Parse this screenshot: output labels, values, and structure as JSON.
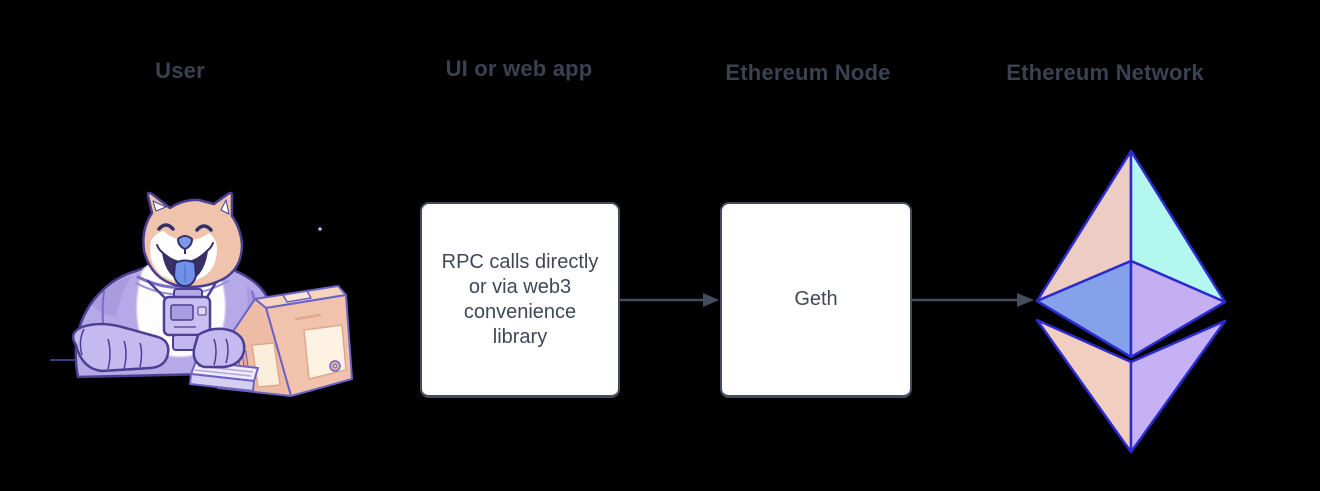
{
  "diagram": {
    "columns": [
      {
        "label": "User"
      },
      {
        "label": "UI or web app"
      },
      {
        "label": "Ethereum Node"
      },
      {
        "label": "Ethereum Network"
      }
    ],
    "boxes": {
      "ui_web_app": {
        "text": "RPC calls directly\nor via web3\nconvenience\nlibrary"
      },
      "ethereum_node": {
        "text": "Geth"
      }
    },
    "illustrations": {
      "user": "doge-astronaut-using-retro-computer",
      "network": "ethereum-octahedron-logo"
    },
    "colors": {
      "background": "#000000",
      "heading_text": "#3a4251",
      "box_text": "#3f4757",
      "box_background": "#ffffff",
      "box_border": "#454c5c",
      "arrow": "#454c5c",
      "eth_outline": "#2b2bd1",
      "eth_top_left": "#edccc3",
      "eth_top_right": "#b3f7ef",
      "eth_mid_left": "#84a1ea",
      "eth_mid_right": "#c3aff1",
      "eth_bottom_left": "#f1cec0",
      "eth_bottom_right": "#c5b1f4",
      "doge_fur": "#f0c3ad",
      "doge_suit": "#b5a9e8",
      "doge_tongue": "#6f92e8",
      "computer_body": "#f1c3ac"
    }
  }
}
